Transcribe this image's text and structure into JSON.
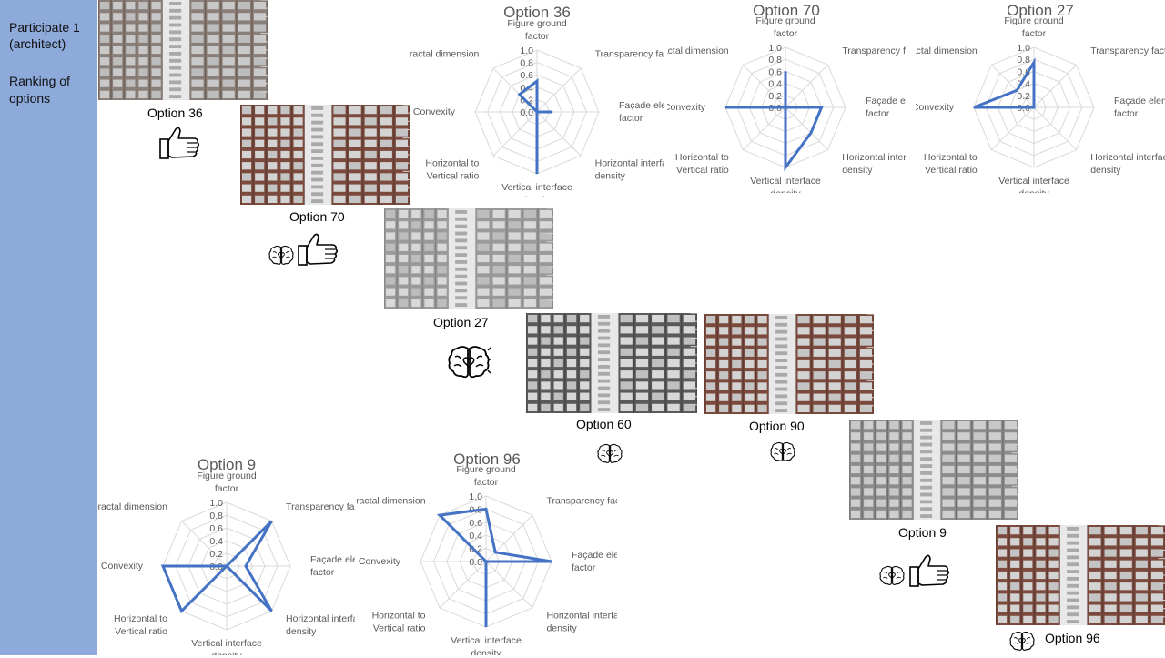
{
  "sidebar": {
    "participant_line1": "Participate 1",
    "participant_line2": "(architect)",
    "ranking_line1": "Ranking of",
    "ranking_line2": "options"
  },
  "options": {
    "opt36": "Option 36",
    "opt70": "Option 70",
    "opt27": "Option 27",
    "opt60": "Option 60",
    "opt90": "Option 90",
    "opt9": "Option 9",
    "opt96": "Option 96"
  },
  "icons": {
    "like": "thumbs-up-icon",
    "emotion": "brain-heart-icon"
  },
  "colors": {
    "sidebar": "#8eaadb",
    "series": "#4472c4",
    "grid": "#d9d9d9",
    "label": "#595959"
  },
  "chart_data": [
    {
      "type": "radar",
      "title": "Option 36",
      "categories": [
        "Figure ground factor",
        "Transparency factor",
        "Façade element factor",
        "Horizontal interface density",
        "Vertical interface density",
        "Horizontal to Vertical ratio",
        "Convexity",
        "Fractal dimension"
      ],
      "tick_labels": [
        "0.0",
        "0.2",
        "0.4",
        "0.6",
        "0.8",
        "1.0"
      ],
      "ylim": [
        0,
        1
      ],
      "values": [
        0.5,
        0.0,
        0.25,
        0.0,
        1.0,
        0.0,
        0.0,
        0.4
      ]
    },
    {
      "type": "radar",
      "title": "Option 70",
      "categories": [
        "Figure ground factor",
        "Transparency factor",
        "Façade element factor",
        "Horizontal interface density",
        "Vertical interface density",
        "Horizontal to Vertical ratio",
        "Convexity",
        "Fractal dimension"
      ],
      "tick_labels": [
        "0.0",
        "0.2",
        "0.4",
        "0.6",
        "0.8",
        "1.0"
      ],
      "ylim": [
        0,
        1
      ],
      "values": [
        0.6,
        0.0,
        0.6,
        0.6,
        1.0,
        0.0,
        1.0,
        0.0
      ]
    },
    {
      "type": "radar",
      "title": "Option 27",
      "categories": [
        "Figure ground factor",
        "Transparency factor",
        "Façade element factor",
        "Horizontal interface density",
        "Vertical interface density",
        "Horizontal to Vertical ratio",
        "Convexity",
        "Fractal dimension"
      ],
      "tick_labels": [
        "0.0",
        "0.2",
        "0.4",
        "0.6",
        "0.8",
        "1.0"
      ],
      "ylim": [
        0,
        1
      ],
      "values": [
        0.75,
        0.0,
        0.0,
        0.0,
        0.0,
        0.0,
        1.0,
        0.4
      ]
    },
    {
      "type": "radar",
      "title": "Option 9",
      "categories": [
        "Figure ground factor",
        "Transparency factor",
        "Façade element factor",
        "Horizontal interface density",
        "Vertical interface density",
        "Horizontal to Vertical ratio",
        "Convexity",
        "Fractal dimension"
      ],
      "tick_labels": [
        "0.0",
        "0.2",
        "0.4",
        "0.6",
        "0.8",
        "1.0"
      ],
      "ylim": [
        0,
        1
      ],
      "values": [
        0.0,
        1.0,
        0.3,
        1.0,
        0.0,
        1.0,
        1.0,
        0.0
      ]
    },
    {
      "type": "radar",
      "title": "Option 96",
      "categories": [
        "Figure ground factor",
        "Transparency factor",
        "Façade element factor",
        "Horizontal interface density",
        "Vertical interface density",
        "Horizontal to Vertical ratio",
        "Convexity",
        "Fractal dimension"
      ],
      "tick_labels": [
        "0.0",
        "0.2",
        "0.4",
        "0.6",
        "0.8",
        "1.0"
      ],
      "ylim": [
        0,
        1
      ],
      "values": [
        0.8,
        0.2,
        1.0,
        0.0,
        1.0,
        0.0,
        0.0,
        1.0
      ]
    }
  ]
}
